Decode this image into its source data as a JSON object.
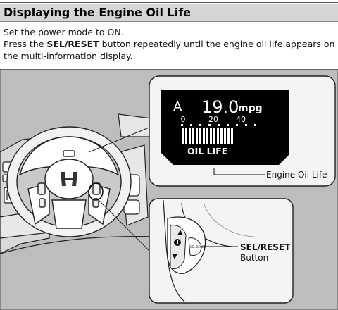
{
  "header": {
    "title": "Displaying the Engine Oil Life"
  },
  "instructions": {
    "line1": "Set the power mode to ON.",
    "line2_pre": "Press the ",
    "line2_bold": "SEL/RESET",
    "line2_post": " button repeatedly until the engine oil life appears on the multi-information display."
  },
  "display": {
    "mode_letter": "A",
    "fuel_value": "19.0",
    "fuel_unit": "mpg",
    "scale": [
      "0",
      "20",
      "40"
    ],
    "oil_label": "OIL LIFE",
    "oil_value": "100",
    "oil_unit": "%"
  },
  "switch": {
    "button_text": "SEL RESET"
  },
  "callouts": {
    "oil_life": "Engine Oil Life",
    "sel_reset_bold": "SEL/RESET",
    "sel_reset_rest": "Button"
  },
  "colors": {
    "title_bg": "#d6d6d6",
    "illustration_bg": "#bdbdbd",
    "display_bg": "#000000"
  }
}
